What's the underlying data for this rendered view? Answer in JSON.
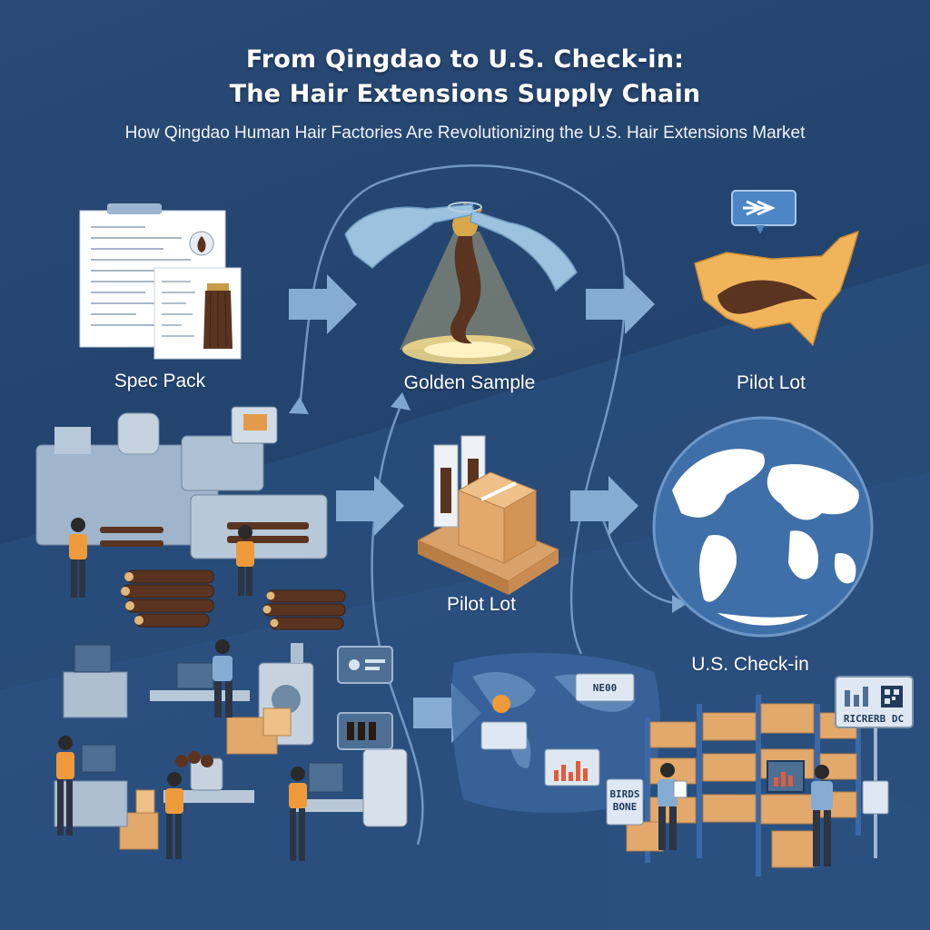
{
  "header": {
    "title_line1": "From Qingdao to U.S. Check-in:",
    "title_line2": "The Hair Extensions Supply Chain",
    "subtitle": "How Qingdao Human Hair Factories Are Revolutionizing the U.S. Hair Extensions Market"
  },
  "stages": {
    "spec_pack": "Spec Pack",
    "golden_sample": "Golden Sample",
    "pilot_lot_top": "Pilot Lot",
    "pilot_lot_mid": "Pilot Lot",
    "us_checkin": "U.S. Check-in"
  },
  "screens": {
    "map_sign": "NE00",
    "small_sign_line1": "BIRDS",
    "small_sign_line2": "BONE",
    "warehouse_sign": "RICRERB DC"
  },
  "colors": {
    "background": "#23446f",
    "arrow": "#7fa6cf",
    "hair": "#5a3420",
    "cardboard": "#e2a86c",
    "map_gold": "#f0b45a",
    "worker_shirt": "#ef9a3a"
  }
}
